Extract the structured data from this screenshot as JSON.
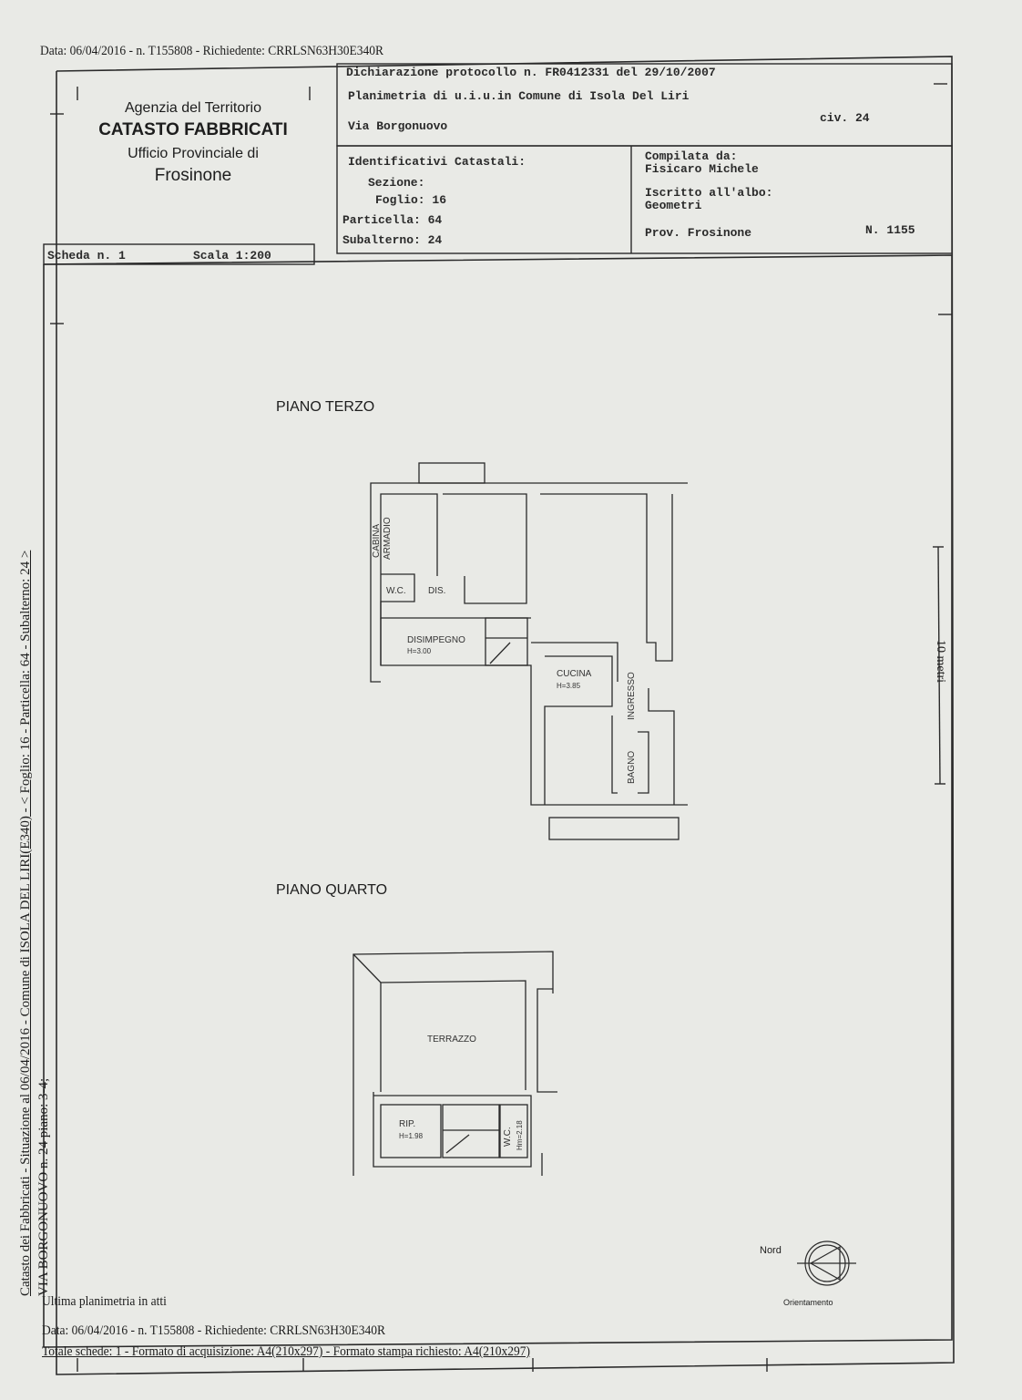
{
  "header_top": "Data: 06/04/2016 - n. T155808 - Richiedente: CRRLSN63H30E340R",
  "agency": {
    "line1": "Agenzia del Territorio",
    "line2": "CATASTO FABBRICATI",
    "line3": "Ufficio Provinciale di",
    "line4": "Frosinone"
  },
  "declaration": {
    "protocol": "Dichiarazione protocollo n. FR0412331 del 29/10/2007",
    "planimetria": "Planimetria di u.i.u.in Comune di Isola Del Liri",
    "street": "Via Borgonuovo",
    "civ": "civ. 24"
  },
  "identificativi": {
    "title": "Identificativi Catastali:",
    "sezione": "Sezione:",
    "foglio": "Foglio: 16",
    "particella": "Particella: 64",
    "subalterno": "Subalterno: 24"
  },
  "compilata": {
    "label": "Compilata da:",
    "name": "Fisicaro Michele",
    "iscritto": "Iscritto all'albo:",
    "albo": "Geometri",
    "prov": "Prov. Frosinone",
    "numero": "N.  1155"
  },
  "scheda": {
    "number": "Scheda n. 1",
    "scala": "Scala 1:200"
  },
  "side_text": {
    "line1": "Catasto dei Fabbricati - Situazione al 06/04/2016 - Comune di ISOLA DEL LIRI(E340) - < Foglio: 16 - Particella: 64 - Subalterno: 24 >",
    "line2": "VIA BORGONUOVO n. 24 piano: 3-4;"
  },
  "scale_bar": "10 metri",
  "floors": {
    "third": {
      "title": "PIANO TERZO",
      "rooms": {
        "cabina1": "CABINA",
        "cabina2": "ARMADIO",
        "wc": "W.C.",
        "dis": "DIS.",
        "disimpegno": "DISIMPEGNO",
        "disimpegno_h": "H=3.00",
        "cucina": "CUCINA",
        "cucina_h": "H=3.85",
        "ingresso": "INGRESSO",
        "bagno": "BAGNO"
      }
    },
    "fourth": {
      "title": "PIANO QUARTO",
      "rooms": {
        "terrazzo": "TERRAZZO",
        "rip": "RIP.",
        "rip_h": "H=1.98",
        "wc": "W.C.",
        "wc_h": "Hm=2.18"
      }
    }
  },
  "compass": {
    "nord": "Nord",
    "label": "Orientamento"
  },
  "footer": {
    "ultima": "Ultima planimetria in atti",
    "data": "Data: 06/04/2016 - n. T155808 - Richiedente: CRRLSN63H30E340R",
    "totale": "Totale schede: 1 - Formato di acquisizione: A4(210x297)  - Formato stampa richiesto: A4(210x297)"
  }
}
